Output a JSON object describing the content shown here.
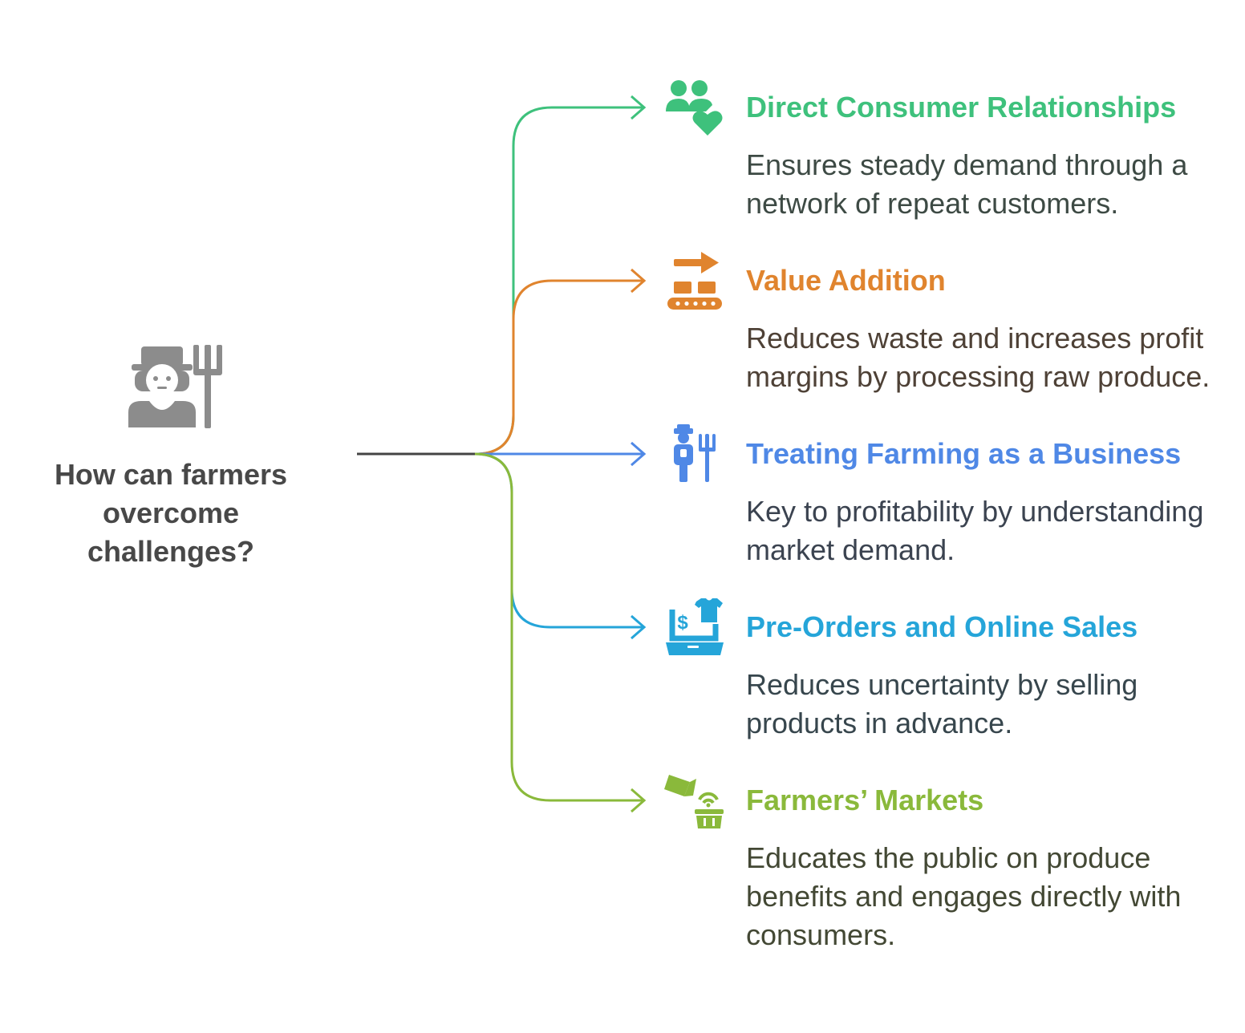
{
  "center": {
    "question": "How can farmers overcome challenges?",
    "icon": "farmer-with-pitchfork-icon",
    "color": "#8c8c8c"
  },
  "branches": [
    {
      "title": "Direct Consumer Relationships",
      "description": "Ensures steady demand through a network of repeat customers.",
      "icon": "people-heart-icon",
      "color": "#3ec17c",
      "text_color": "#3d4a44"
    },
    {
      "title": "Value Addition",
      "description": "Reduces waste and increases profit margins by processing raw produce.",
      "icon": "conveyor-belt-icon",
      "color": "#e0842e",
      "text_color": "#4e4136"
    },
    {
      "title": "Treating Farming as a Business",
      "description": "Key to profitability by understanding market demand.",
      "icon": "farmer-fork-icon",
      "color": "#4f88e6",
      "text_color": "#3b4350"
    },
    {
      "title": "Pre-Orders and Online Sales",
      "description": "Reduces uncertainty by selling products in advance.",
      "icon": "laptop-shop-icon",
      "color": "#25a5d9",
      "text_color": "#37464d"
    },
    {
      "title": "Farmers’ Markets",
      "description": "Educates the public on produce benefits and engages directly with consumers.",
      "icon": "basket-signal-icon",
      "color": "#8ab93b",
      "text_color": "#434834"
    }
  ]
}
